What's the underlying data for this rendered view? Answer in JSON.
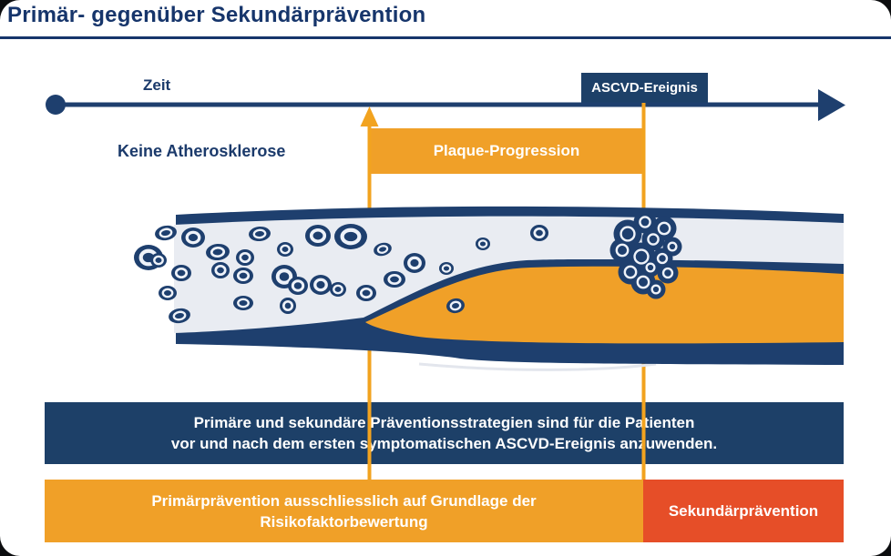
{
  "title": "Primär- gegenüber Sekundärprävention",
  "timeline": {
    "label": "Zeit",
    "event_label": "ASCVD-Ereignis"
  },
  "labels": {
    "no_atherosclerosis": "Keine Atherosklerose",
    "plaque_progression": "Plaque-Progression"
  },
  "banners": {
    "strategy": {
      "line1": "Primäre und sekundäre Präventionsstrategien sind für die Patienten",
      "line2": "vor und nach dem ersten symptomatischen ASCVD-Ereignis anzuwenden."
    },
    "primary": {
      "line1": "Primärprävention ausschliesslich auf Grundlage der",
      "line2": "Risikofaktorbewertung"
    },
    "secondary": {
      "label": "Sekundärprävention"
    }
  },
  "colors": {
    "navy": "#1e3f6e",
    "banner_navy": "#1d4068",
    "title_navy": "#16356b",
    "orange": "#f0a028",
    "line_orange": "#f2a31f",
    "red": "#e64e28",
    "lumen_gray": "#e9ecf2",
    "ring_white": "#eef2f9",
    "shadow_gray": "#e3e6ed"
  },
  "artery": {
    "cells": [
      [
        182,
        256,
        12,
        8,
        -10
      ],
      [
        163,
        283,
        16,
        14,
        0
      ],
      [
        174,
        286,
        9,
        8,
        0
      ],
      [
        199,
        300,
        11,
        9,
        0
      ],
      [
        184,
        322,
        10,
        8,
        0
      ],
      [
        197,
        347,
        12,
        8,
        -10
      ],
      [
        212,
        261,
        13,
        11,
        0
      ],
      [
        239,
        277,
        13,
        9,
        -5
      ],
      [
        242,
        297,
        10,
        9,
        0
      ],
      [
        269,
        283,
        10,
        9,
        0
      ],
      [
        267,
        303,
        11,
        9,
        0
      ],
      [
        267,
        333,
        11,
        8,
        0
      ],
      [
        285,
        257,
        12,
        8,
        -5
      ],
      [
        313,
        274,
        9,
        8,
        0
      ],
      [
        316,
        336,
        9,
        9,
        0
      ],
      [
        312,
        304,
        14,
        13,
        0
      ],
      [
        327,
        314,
        11,
        10,
        0
      ],
      [
        349,
        259,
        14,
        12,
        0
      ],
      [
        352,
        313,
        12,
        11,
        0
      ],
      [
        371,
        318,
        9,
        8,
        0
      ],
      [
        385,
        260,
        18,
        14,
        0
      ],
      [
        402,
        322,
        11,
        9,
        0
      ],
      [
        420,
        274,
        10,
        7,
        -15
      ],
      [
        433,
        307,
        12,
        9,
        0
      ],
      [
        455,
        289,
        12,
        11,
        0
      ],
      [
        490,
        295,
        8,
        7,
        0
      ],
      [
        500,
        336,
        10,
        8,
        -10
      ],
      [
        530,
        268,
        8,
        7,
        0
      ],
      [
        592,
        256,
        10,
        9,
        0
      ]
    ],
    "thrombus": [
      [
        708,
        244,
        9
      ],
      [
        729,
        251,
        10
      ],
      [
        689,
        257,
        12
      ],
      [
        717,
        263,
        9
      ],
      [
        738,
        271,
        7
      ],
      [
        683,
        275,
        10
      ],
      [
        704,
        282,
        12
      ],
      [
        727,
        284,
        8
      ],
      [
        692,
        299,
        10
      ],
      [
        714,
        294,
        7
      ],
      [
        733,
        300,
        8
      ],
      [
        706,
        310,
        10
      ],
      [
        720,
        318,
        7
      ]
    ]
  }
}
